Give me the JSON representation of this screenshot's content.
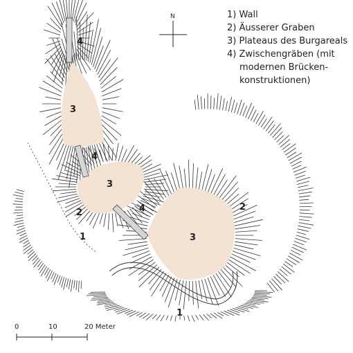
{
  "legend": {
    "items": [
      "1) Wall",
      "2) Äusserer Graben",
      "3) Plateaus des Burgareals",
      "4) Zwischengräben (mit",
      "modernen Brücken-",
      "konstruktionen)"
    ]
  },
  "north_label": "N",
  "scale": {
    "labels": [
      "0",
      "10",
      "20 Meter"
    ]
  },
  "map_labels": {
    "plateau": "3",
    "ditch": "4",
    "outer_ditch": "2",
    "wall": "1"
  },
  "colors": {
    "plateau_fill": "#f4e2d3",
    "bridge_fill": "#d6d6d6",
    "ink": "#333333"
  }
}
